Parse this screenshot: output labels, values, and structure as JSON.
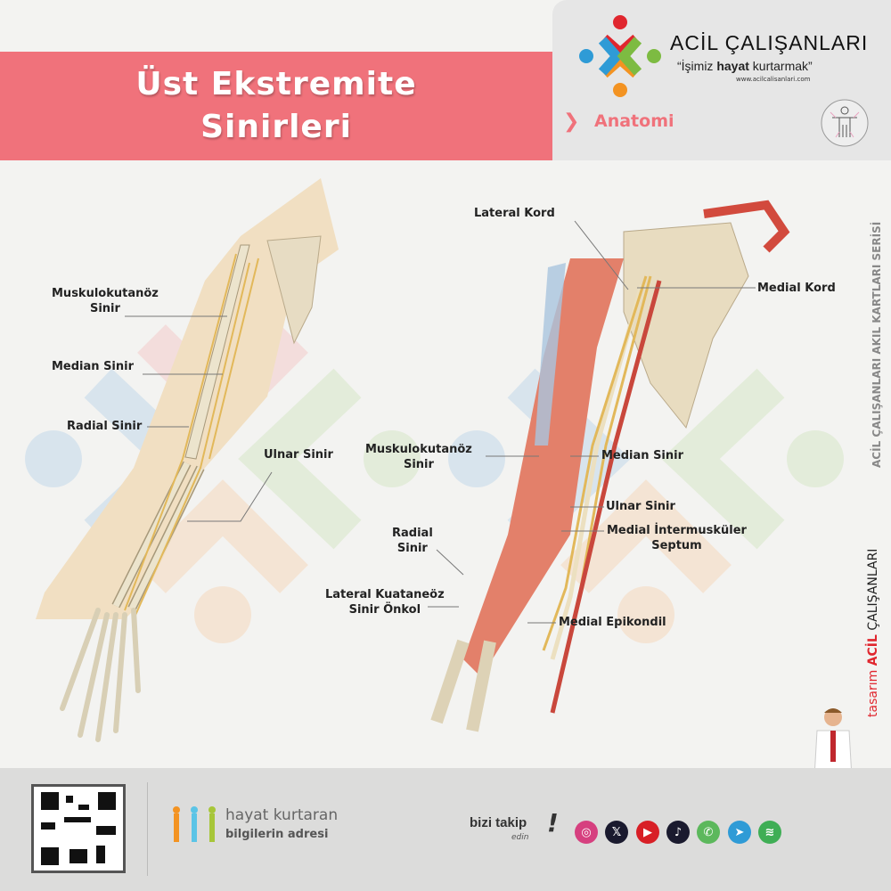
{
  "header": {
    "title_line1": "Üst Ekstremite",
    "title_line2": "Sinirleri",
    "category": "Anatomi"
  },
  "brand": {
    "name": "ACİL ÇALIŞANLARI",
    "slogan_pre": "“İşimiz ",
    "slogan_bold": "hayat",
    "slogan_post": " kurtarmak”",
    "url": "www.acilcalisanlari.com"
  },
  "side": {
    "series": "ACİL ÇALIŞANLARI AKIL KARTLARI SERİSİ",
    "design_prefix": "tasarım",
    "design_brand_bold": "ACİL",
    "design_brand_rest": " ÇALIŞANLARI"
  },
  "left_labels": [
    {
      "line1": "Muskulokutanöz",
      "line2": "Sinir"
    },
    {
      "line1": "Median Sinir",
      "line2": ""
    },
    {
      "line1": "Radial Sinir",
      "line2": ""
    },
    {
      "line1": "Ulnar Sinir",
      "line2": ""
    }
  ],
  "right_labels": [
    {
      "line1": "Lateral Kord",
      "line2": ""
    },
    {
      "line1": "Medial Kord",
      "line2": ""
    },
    {
      "line1": "Muskulokutanöz",
      "line2": "Sinir"
    },
    {
      "line1": "Median Sinir",
      "line2": ""
    },
    {
      "line1": "Ulnar Sinir",
      "line2": ""
    },
    {
      "line1": "Medial İntermusküler",
      "line2": "Septum"
    },
    {
      "line1": "Radial",
      "line2": "Sinir"
    },
    {
      "line1": "Lateral Kuataneöz",
      "line2": "Sinir Önkol"
    },
    {
      "line1": "Medial Epikondil",
      "line2": ""
    }
  ],
  "footer": {
    "tagline1": "hayat kurtaran",
    "tagline2": "bilgilerin adresi",
    "follow": "bizi takip",
    "follow_sub": "edin",
    "social": [
      {
        "icon": "instagram-icon",
        "color": "#d6407f"
      },
      {
        "icon": "x-icon",
        "color": "#1a1a2e"
      },
      {
        "icon": "youtube-icon",
        "color": "#d81f26"
      },
      {
        "icon": "tiktok-icon",
        "color": "#1a1a2e"
      },
      {
        "icon": "whatsapp-icon",
        "color": "#5cb85c"
      },
      {
        "icon": "telegram-icon",
        "color": "#2f9bd6"
      },
      {
        "icon": "spotify-icon",
        "color": "#3fae55"
      }
    ]
  },
  "colors": {
    "accent": "#f0727b"
  }
}
